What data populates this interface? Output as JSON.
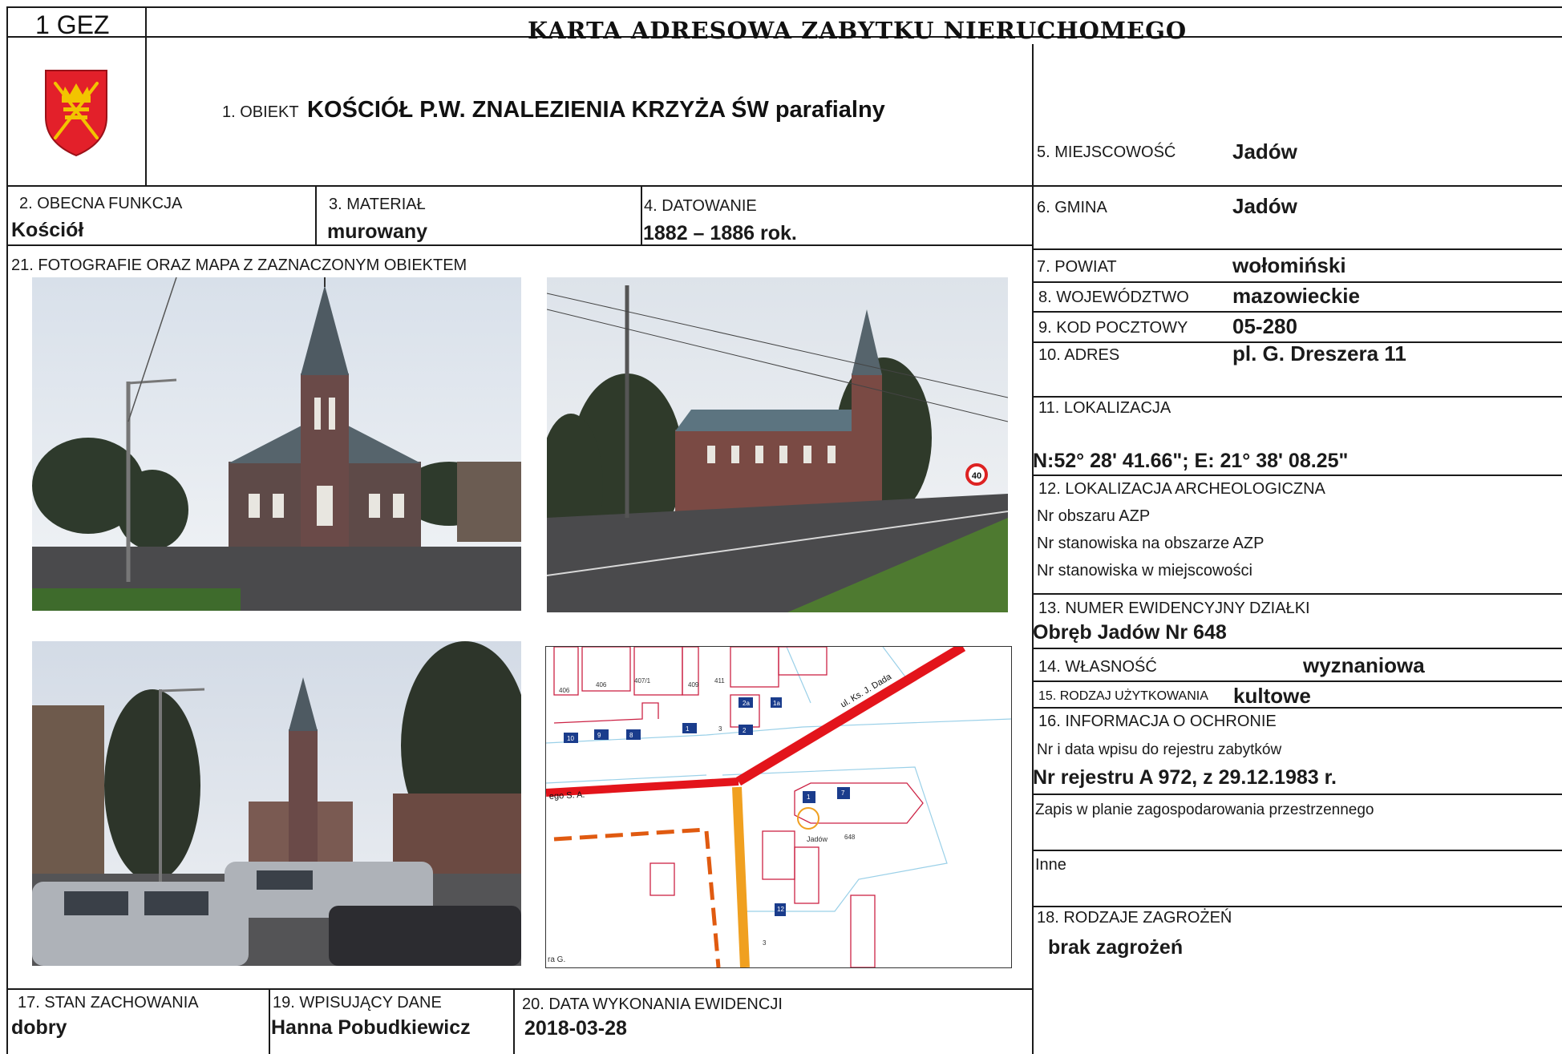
{
  "header": {
    "code": "1 GEZ",
    "title": "KARTA ADRESOWA ZABYTKU NIERUCHOMEGO"
  },
  "object": {
    "label": "1. OBIEKT",
    "name": "KOŚCIÓŁ P.W. ZNALEZIENIA KRZYŻA ŚW parafialny"
  },
  "function": {
    "label": "2. OBECNA FUNKCJA",
    "value": "Kościół"
  },
  "material": {
    "label": "3. MATERIAŁ",
    "value": "murowany"
  },
  "dating": {
    "label": "4. DATOWANIE",
    "value": "1882 – 1886 rok."
  },
  "photos": {
    "label": "21. FOTOGRAFIE ORAZ MAPA Z ZAZNACZONYM OBIEKTEM"
  },
  "map": {
    "street_top": "ul. Ks. J. Dada",
    "street_left": "ego S. A.",
    "corner": "ra G.",
    "site_label": "Jadów",
    "parcels": [
      "406",
      "406",
      "407/1",
      "409",
      "411",
      "2a",
      "10",
      "9",
      "8",
      "1",
      "3",
      "2",
      "1a",
      "1",
      "7",
      "12",
      "648",
      "3"
    ],
    "speed_sign": "40"
  },
  "right": {
    "town": {
      "label": "5. MIEJSCOWOŚĆ",
      "value": "Jadów"
    },
    "commune": {
      "label": "6. GMINA",
      "value": "Jadów"
    },
    "county": {
      "label": "7. POWIAT",
      "value": "wołomiński"
    },
    "voivodeship": {
      "label": "8. WOJEWÓDZTWO",
      "value": "mazowieckie"
    },
    "postal": {
      "label": "9. KOD POCZTOWY",
      "value": "05-280"
    },
    "address": {
      "label": "10. ADRES",
      "value": "pl. G. Dreszera 11"
    },
    "location": {
      "label": "11. LOKALIZACJA",
      "value": "N:52° 28'  41.66\"; E: 21° 38' 08.25\""
    },
    "archeo": {
      "label": "12. LOKALIZACJA ARCHEOLOGICZNA",
      "lines": [
        "Nr obszaru AZP",
        "Nr stanowiska na obszarze AZP",
        "Nr stanowiska w miejscowości"
      ]
    },
    "parcel": {
      "label": "13. NUMER EWIDENCYJNY DZIAŁKI",
      "value": "Obręb Jadów Nr 648"
    },
    "ownership": {
      "label": "14. WŁASNOŚĆ",
      "value": "wyznaniowa"
    },
    "usage": {
      "label": "15. RODZAJ UŻYTKOWANIA",
      "value": "kultowe"
    },
    "protection": {
      "label": "16. INFORMACJA O OCHRONIE",
      "register_label": "Nr i data wpisu do rejestru zabytków",
      "register_value": "Nr rejestru A 972, z 29.12.1983 r.",
      "plan_label": "Zapis w planie zagospodarowania przestrzennego",
      "other_label": "Inne"
    },
    "threats": {
      "label": "18. RODZAJE ZAGROŻEŃ",
      "value": "brak zagrożeń"
    }
  },
  "footer": {
    "condition": {
      "label": "17. STAN ZACHOWANIA",
      "value": "dobry"
    },
    "author": {
      "label": "19. WPISUJĄCY DANE",
      "value": "Hanna Pobudkiewicz"
    },
    "date": {
      "label": "20. DATA WYKONANIA EWIDENCJI",
      "value": "2018-03-28"
    }
  },
  "colors": {
    "line": "#1a1a1a",
    "crest_red": "#e3202a",
    "crest_gold": "#f2c400",
    "road_red": "#e3141b",
    "road_orange": "#f0a020"
  }
}
